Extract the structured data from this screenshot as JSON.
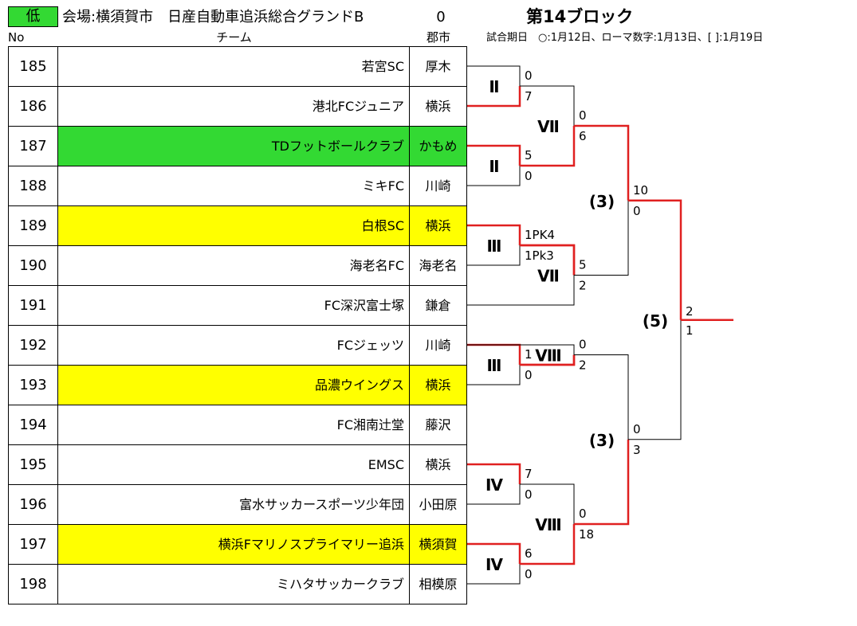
{
  "header": {
    "level_badge": "低",
    "venue": "会場:横須賀市　日産自動車追浜総合グランドB",
    "count": "0",
    "block_title": "第14ブロック",
    "schedule_note": "試合期日　○:1月12日、ローマ数字:1月13日、[ ]:1月19日"
  },
  "columns": {
    "no": "No",
    "team": "チーム",
    "city": "郡市"
  },
  "colors": {
    "green": "#33d933",
    "yellow": "#ffff00",
    "bracket_red": "#e02020",
    "grid": "#000000"
  },
  "teams": [
    {
      "no": "185",
      "name": "若宮SC",
      "city": "厚木",
      "highlight": ""
    },
    {
      "no": "186",
      "name": "港北FCジュニア",
      "city": "横浜",
      "highlight": ""
    },
    {
      "no": "187",
      "name": "TDフットボールクラブ",
      "city": "かもめ",
      "highlight": "green"
    },
    {
      "no": "188",
      "name": "ミキFC",
      "city": "川崎",
      "highlight": ""
    },
    {
      "no": "189",
      "name": "白根SC",
      "city": "横浜",
      "highlight": "yellow"
    },
    {
      "no": "190",
      "name": "海老名FC",
      "city": "海老名",
      "highlight": ""
    },
    {
      "no": "191",
      "name": "FC深沢富士塚",
      "city": "鎌倉",
      "highlight": ""
    },
    {
      "no": "192",
      "name": "FCジェッツ",
      "city": "川崎",
      "highlight": ""
    },
    {
      "no": "193",
      "name": "品濃ウイングス",
      "city": "横浜",
      "highlight": "yellow"
    },
    {
      "no": "194",
      "name": "FC湘南辻堂",
      "city": "藤沢",
      "highlight": ""
    },
    {
      "no": "195",
      "name": "EMSC",
      "city": "横浜",
      "highlight": ""
    },
    {
      "no": "196",
      "name": "富水サッカースポーツ少年団",
      "city": "小田原",
      "highlight": ""
    },
    {
      "no": "197",
      "name": "横浜Fマリノスプライマリー追浜",
      "city": "横須賀",
      "highlight": "yellow"
    },
    {
      "no": "198",
      "name": "ミハタサッカークラブ",
      "city": "相模原",
      "highlight": ""
    }
  ],
  "bracket": {
    "round1": [
      {
        "date": "Ⅱ",
        "top_score": "0",
        "bottom_score": "7"
      },
      {
        "date": "Ⅱ",
        "top_score": "5",
        "bottom_score": "0"
      },
      {
        "date": "Ⅲ",
        "top_score": "1PK4",
        "bottom_score": "1Pk3"
      },
      {
        "date": "Ⅲ",
        "top_score": "1",
        "bottom_score": "0"
      },
      {
        "date": "Ⅳ",
        "top_score": "7",
        "bottom_score": "0"
      },
      {
        "date": "Ⅳ",
        "top_score": "6",
        "bottom_score": "0"
      }
    ],
    "round2": [
      {
        "date": "Ⅶ",
        "top_score": "0",
        "bottom_score": "6"
      },
      {
        "date": "Ⅶ",
        "top_score": "5",
        "bottom_score": "2"
      },
      {
        "date": "Ⅷ",
        "top_score": "0",
        "bottom_score": "2"
      },
      {
        "date": "Ⅷ",
        "top_score": "0",
        "bottom_score": "18"
      }
    ],
    "round3": [
      {
        "date": "(3)",
        "top_score": "10",
        "bottom_score": "0"
      },
      {
        "date": "(3)",
        "top_score": "0",
        "bottom_score": "3"
      }
    ],
    "final": {
      "date": "(5)",
      "top_score": "2",
      "bottom_score": "1"
    }
  }
}
